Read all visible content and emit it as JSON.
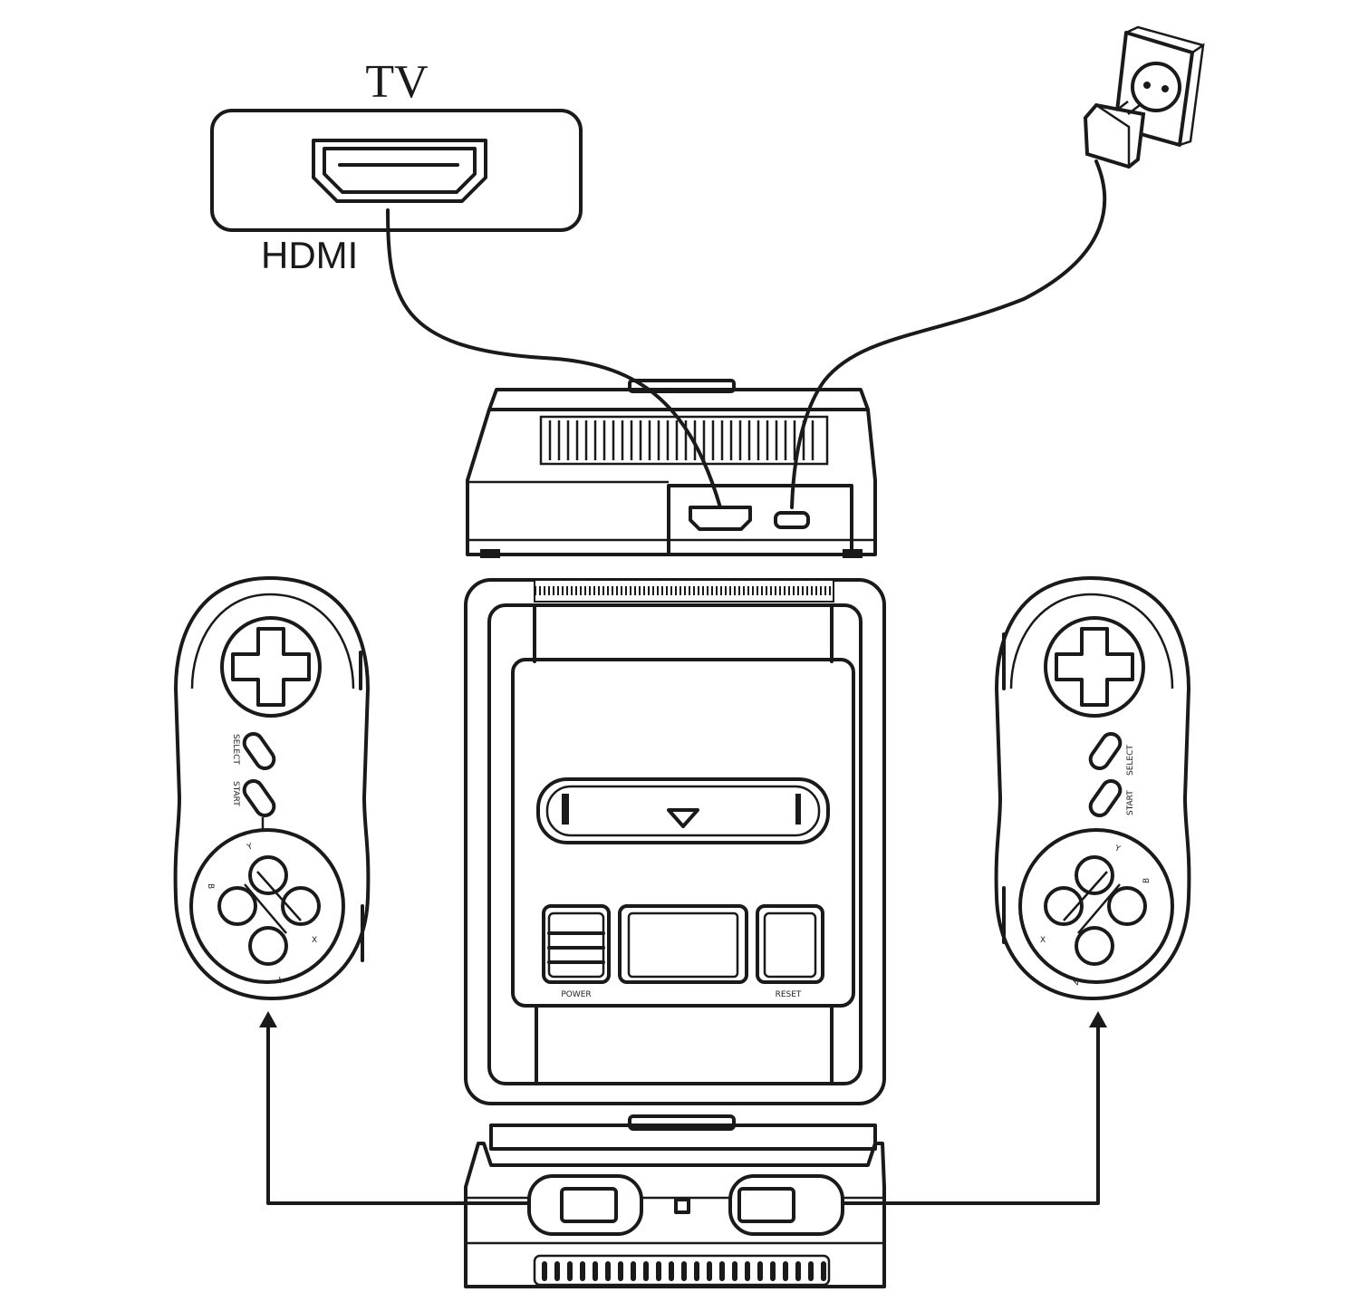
{
  "labels": {
    "tv": "TV",
    "hdmi": "HDMI",
    "power": "POWER",
    "reset": "RESET",
    "select": "SELECT",
    "start": "START"
  },
  "controller_buttons": {
    "a": "A",
    "b": "B",
    "x": "X",
    "y": "Y"
  },
  "icons": [
    "tv-hdmi-port-icon",
    "wall-outlet-plug-icon",
    "console-icon",
    "controller-icon",
    "arrow-up-icon"
  ],
  "colors": {
    "line": "#1a1a1a",
    "background": "#ffffff"
  }
}
